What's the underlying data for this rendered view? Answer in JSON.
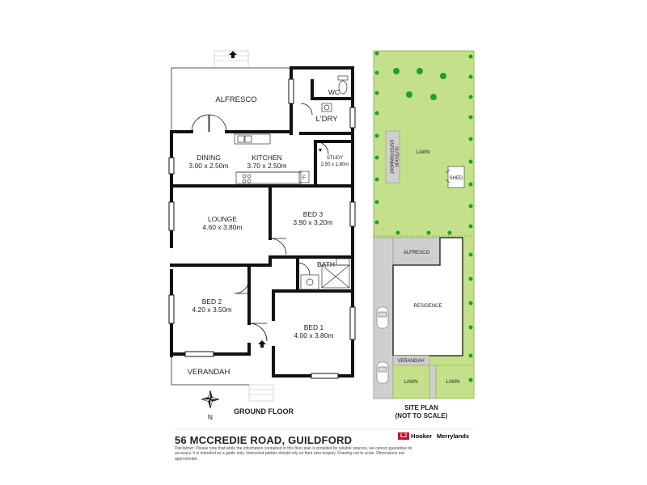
{
  "floor_plan": {
    "rooms": {
      "alfresco": "ALFRESCO",
      "wc": "WC",
      "laundry": "L'DRY",
      "dining": "DINING",
      "dining_size": "3.00 x 2.50m",
      "kitchen": "KITCHEN",
      "kitchen_size": "3.70 x 2.50m",
      "study": "STUDY",
      "study_size": "2.50 x 1.80m",
      "fridge": "F",
      "lounge": "LOUNGE",
      "lounge_size": "4.60 x 3.80m",
      "bed3": "BED 3",
      "bed3_size": "3.90 x 3.20m",
      "bath": "BATH",
      "bed2": "BED 2",
      "bed2_size": "4.20 x 3.50m",
      "bed1": "BED 1",
      "bed1_size": "4.00 x 3.80m",
      "verandah": "VERANDAH"
    },
    "compass": "N",
    "title": "GROUND FLOOR"
  },
  "site_plan": {
    "lawn_top": "LAWN",
    "outdoor_line1": "OUTDOOR",
    "outdoor_line2": "ENTERTAINMENT",
    "shed": "SHED",
    "alfresco": "ALFRESCO",
    "residence": "RESIDENCE",
    "verandah": "VERANDAH",
    "lawn_left": "LAWN",
    "lawn_right": "LAWN",
    "title_line1": "SITE PLAN",
    "title_line2": "(NOT TO SCALE)"
  },
  "footer": {
    "address": "56 MCCREDIE ROAD, GUILDFORD",
    "disclaimer": "Disclaimer: Please note that while the information contained in this floor plan is provided by reliable sources, we cannot guarantee its accuracy. It is intended as a guide only. Interested parties should rely on their own enquiry. Drawing not to scale. Dimensions are approximate.",
    "agency_logo": "LJ",
    "agency_brand": "Hooker",
    "agency_office": "Merrylands"
  },
  "colors": {
    "lawn": "#c4e08a",
    "paving": "#cfcfcf",
    "tree": "#1fa12a",
    "wall": "#111111"
  }
}
